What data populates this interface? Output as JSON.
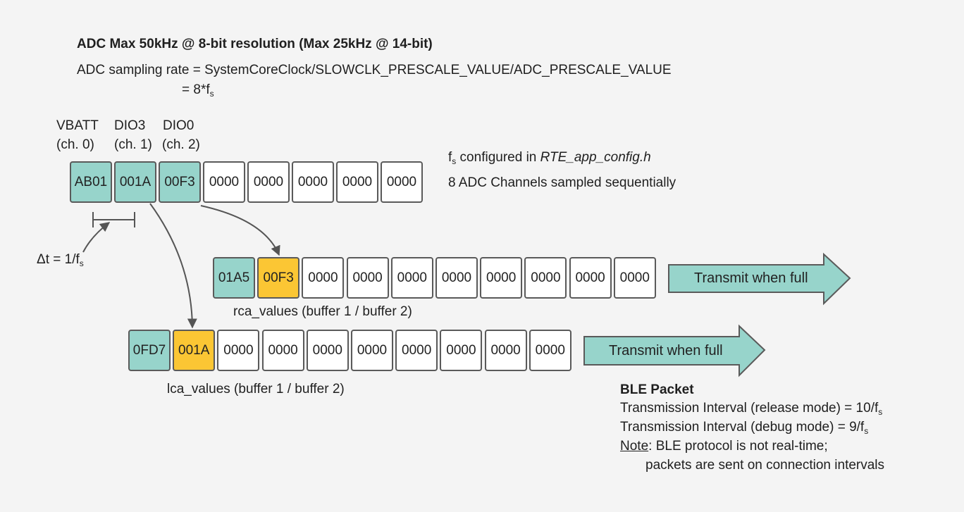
{
  "header": {
    "title": "ADC Max 50kHz @ 8-bit resolution (Max 25kHz @ 14-bit)",
    "rate_line": "ADC sampling rate = SystemCoreClock/SLOWCLK_PRESCALE_VALUE/ADC_PRESCALE_VALUE",
    "rate_eq_prefix": "=  8*f",
    "rate_eq_sub": "s"
  },
  "channels": [
    {
      "name": "VBATT",
      "ch": "(ch. 0)"
    },
    {
      "name": "DIO3",
      "ch": "(ch. 1)"
    },
    {
      "name": "DIO0",
      "ch": "(ch. 2)"
    }
  ],
  "adc_buffer": {
    "cells": [
      "AB01",
      "001A",
      "00F3",
      "0000",
      "0000",
      "0000",
      "0000",
      "0000"
    ],
    "highlight": [
      "teal",
      "teal",
      "teal",
      "none",
      "none",
      "none",
      "none",
      "none"
    ]
  },
  "notes": {
    "fs_prefix": "f",
    "fs_sub": "s",
    "fs_mid": " configured in ",
    "fs_file": "RTE_app_config.h",
    "channels_line": "8 ADC Channels sampled sequentially"
  },
  "dt": {
    "prefix": "Δt = 1/f",
    "sub": "s"
  },
  "rca": {
    "cells": [
      "01A5",
      "00F3",
      "0000",
      "0000",
      "0000",
      "0000",
      "0000",
      "0000",
      "0000",
      "0000"
    ],
    "highlight": [
      "teal",
      "yellow",
      "none",
      "none",
      "none",
      "none",
      "none",
      "none",
      "none",
      "none"
    ],
    "caption": "rca_values (buffer 1 / buffer 2)",
    "arrow_label": "Transmit when full"
  },
  "lca": {
    "cells": [
      "0FD7",
      "001A",
      "0000",
      "0000",
      "0000",
      "0000",
      "0000",
      "0000",
      "0000",
      "0000"
    ],
    "highlight": [
      "teal",
      "yellow",
      "none",
      "none",
      "none",
      "none",
      "none",
      "none",
      "none",
      "none"
    ],
    "caption": "lca_values (buffer 1 / buffer 2)",
    "arrow_label": "Transmit when full"
  },
  "ble": {
    "heading": "BLE Packet",
    "release_prefix": "Transmission Interval (release mode) = 10/f",
    "release_sub": "s",
    "debug_prefix": "Transmission Interval (debug mode) = 9/f",
    "debug_sub": "s",
    "note_label": "Note",
    "note_text": ": BLE protocol is not real-time;",
    "note_cont": "packets are sent on connection intervals"
  },
  "colors": {
    "teal": "#97d4cb",
    "yellow": "#fbc634",
    "cell_border": "#5a5a5a",
    "background": "#f4f4f4"
  }
}
